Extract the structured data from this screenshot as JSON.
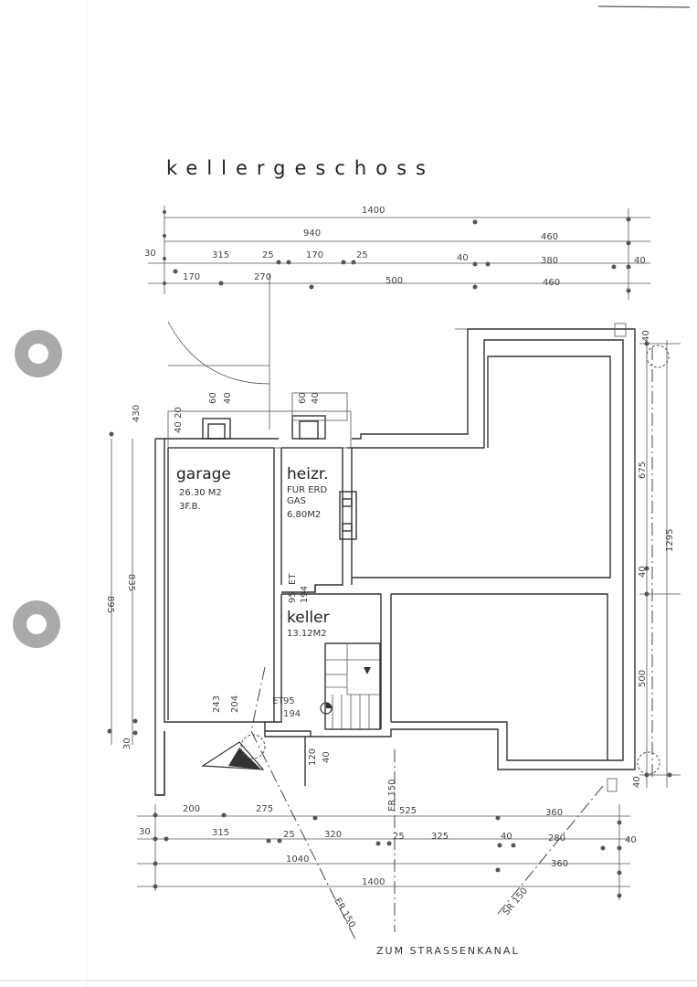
{
  "title": "kellergeschoss",
  "footer": "ZUM STRASSENKANAL",
  "rooms": {
    "garage": {
      "name": "garage",
      "area": "26.30 M2",
      "floor": "3F.B."
    },
    "heizr": {
      "name": "heizr.",
      "line1": "FUR ERD",
      "line2": "GAS",
      "area": "6.80M2"
    },
    "keller": {
      "name": "keller",
      "area": "13.12M2"
    }
  },
  "dims_top": {
    "row1": [
      "1400"
    ],
    "row2": [
      "940",
      "460"
    ],
    "row3": [
      "30",
      "315",
      "25",
      "170",
      "25",
      "40",
      "380",
      "40"
    ],
    "row4": [
      "170",
      "270",
      "500",
      "460"
    ]
  },
  "dims_bottom": {
    "row1": [
      "200",
      "275",
      "525",
      "360"
    ],
    "row2": [
      "30",
      "315",
      "25",
      "320",
      "25",
      "325",
      "40",
      "280",
      "40"
    ],
    "row3": [
      "1040",
      "360"
    ],
    "row4": [
      "1400"
    ]
  },
  "dims_left": [
    "895",
    "835",
    "430",
    "30",
    "243",
    "204"
  ],
  "dims_right": [
    "40",
    "675",
    "1295",
    "40",
    "500",
    "40"
  ],
  "dims_misc": [
    "20",
    "40",
    "60",
    "40",
    "60",
    "40",
    "95",
    "ET",
    "194",
    "95",
    "ET",
    "194",
    "120",
    "40"
  ],
  "pipes": [
    "ER 150",
    "ER 150",
    "SR 150"
  ]
}
